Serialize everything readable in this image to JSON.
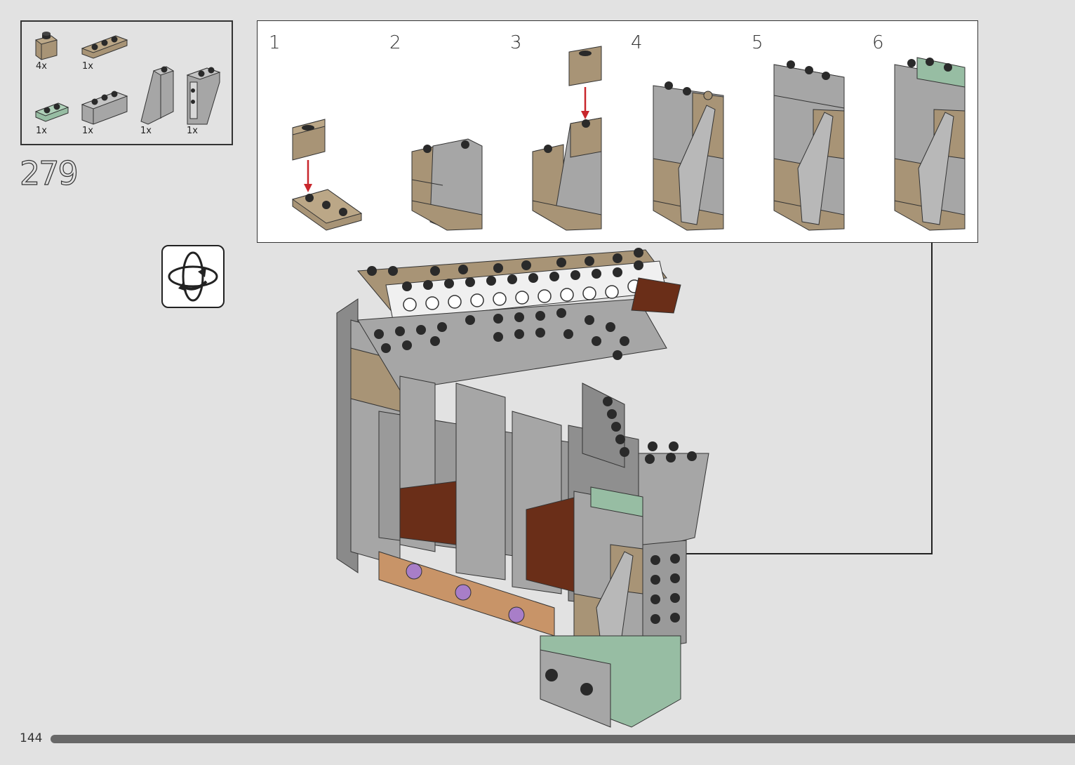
{
  "parts_list": {
    "items": [
      {
        "qty": "4x",
        "part": "tan-brick-1x1"
      },
      {
        "qty": "1x",
        "part": "tan-plate-1x3"
      },
      {
        "qty": "1x",
        "part": "green-plate-1x2"
      },
      {
        "qty": "1x",
        "part": "gray-brick-1x3"
      },
      {
        "qty": "1x",
        "part": "gray-slope-brick"
      },
      {
        "qty": "1x",
        "part": "gray-slope-brick-open"
      }
    ]
  },
  "step_number": "279",
  "sub_steps": [
    "1",
    "2",
    "3",
    "4",
    "5",
    "6"
  ],
  "page_number": "144",
  "icons": {
    "rotate": "rotate-model-icon",
    "arrow": "placement-arrow-icon"
  },
  "colors": {
    "tan": "#a89476",
    "dark_tan": "#8c7a5c",
    "gray": "#a0a0a0",
    "dark_gray": "#6e6e6e",
    "sand_green": "#97bda3",
    "reddish_brown": "#6a2e18",
    "black_stud": "#2a2a2a",
    "purple": "#a87ec8",
    "arrow_red": "#c8262c"
  }
}
